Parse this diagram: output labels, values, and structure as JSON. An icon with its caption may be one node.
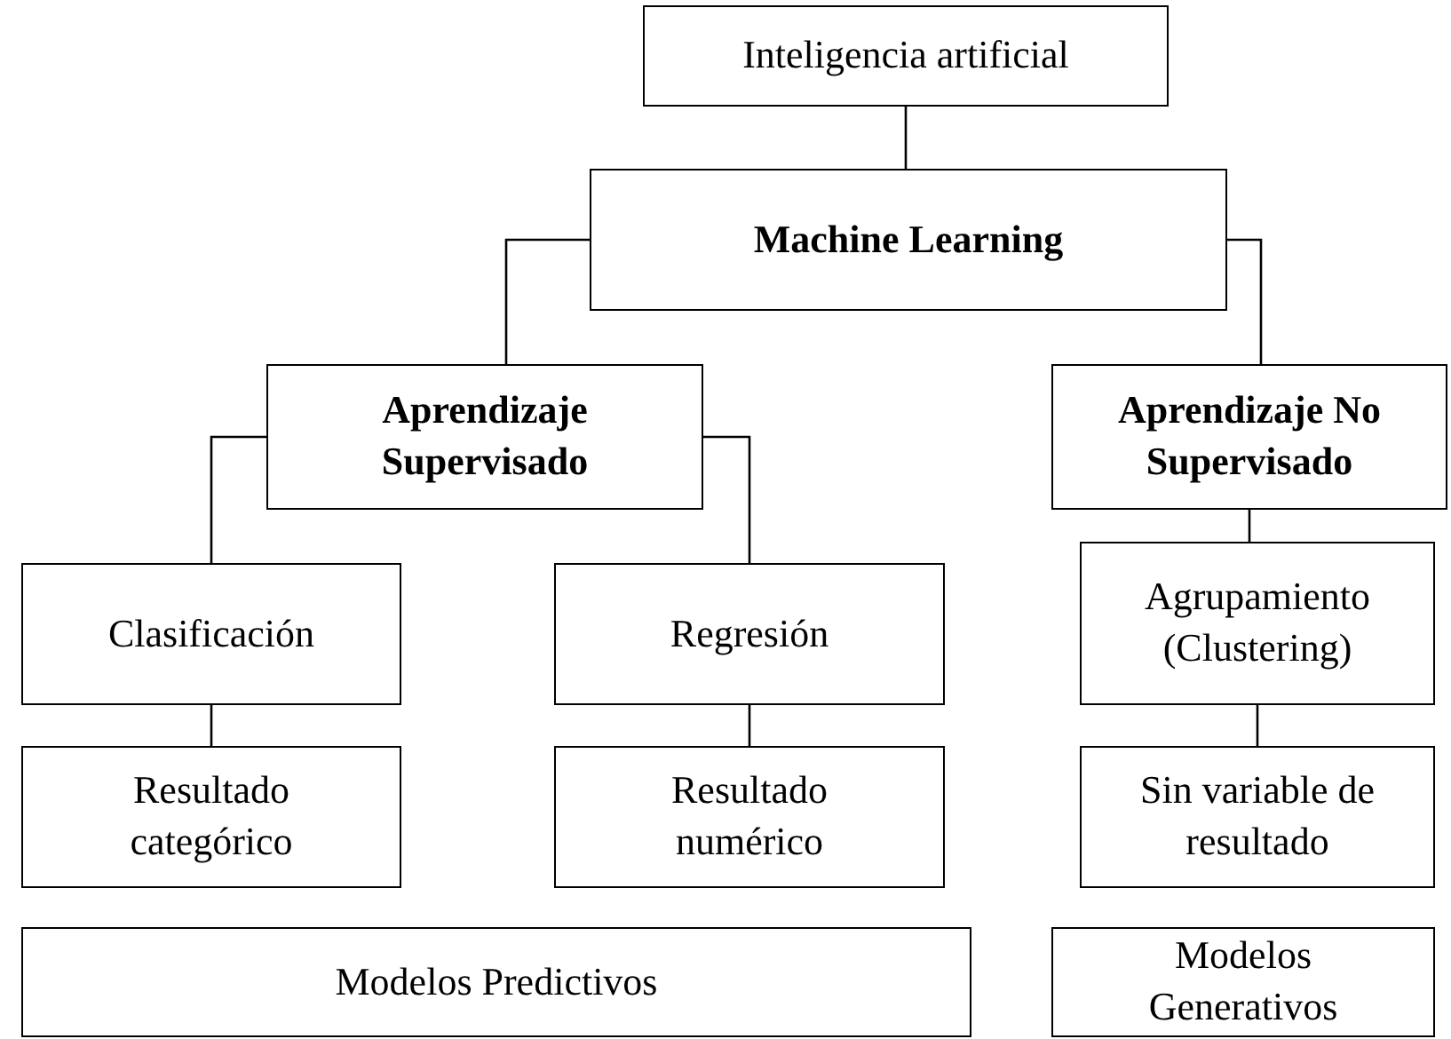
{
  "diagram": {
    "nodes": [
      {
        "text": [
          "Inteligencia artificial"
        ]
      },
      {
        "text": [
          "Machine Learning"
        ]
      },
      {
        "text": [
          "Aprendizaje Supervisado"
        ]
      },
      {
        "text": [
          "Aprendizaje No Supervisado"
        ]
      },
      {
        "text": [
          "Clasificación"
        ]
      },
      {
        "text": [
          "Regresión"
        ]
      },
      {
        "text": [
          "Agrupamiento (Clustering)"
        ]
      },
      {
        "text": [
          "Resultado categórico"
        ]
      },
      {
        "text": [
          "Resultado numérico"
        ]
      },
      {
        "text": [
          "Sin variable de resultado"
        ]
      },
      {
        "text": [
          "Modelos Predictivos"
        ]
      },
      {
        "text": [
          "Modelos Generativos"
        ]
      }
    ],
    "edges": [
      {
        "from": 0,
        "to": 1,
        "arrow": "none"
      },
      {
        "from": 1,
        "to": 2,
        "arrow": "none"
      },
      {
        "from": 1,
        "to": 3,
        "arrow": "none"
      },
      {
        "from": 2,
        "to": 4,
        "arrow": "none"
      },
      {
        "from": 2,
        "to": 5,
        "arrow": "none"
      },
      {
        "from": 3,
        "to": 6,
        "arrow": "none"
      },
      {
        "from": 4,
        "to": 7,
        "arrow": "none"
      },
      {
        "from": 5,
        "to": 8,
        "arrow": "none"
      },
      {
        "from": 6,
        "to": 9,
        "arrow": "none"
      }
    ]
  }
}
